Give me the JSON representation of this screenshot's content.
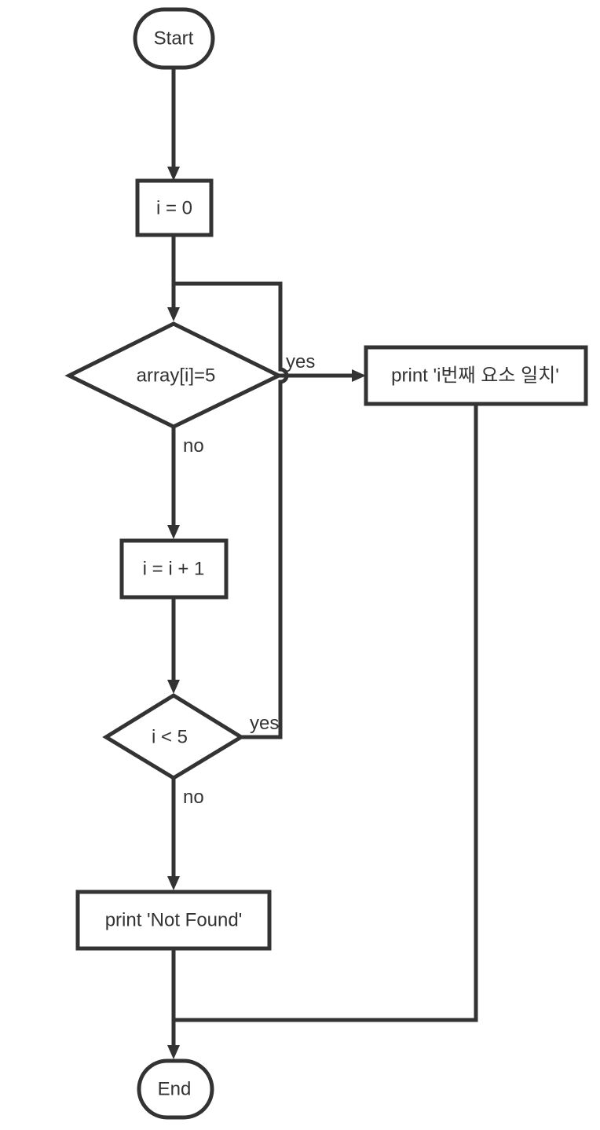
{
  "diagram": {
    "nodes": {
      "start": "Start",
      "init": "i = 0",
      "check_value": "array[i]=5",
      "print_match": "print 'i번째 요소 일치'",
      "increment": "i = i + 1",
      "check_bound": "i < 5",
      "print_not_found": "print 'Not Found'",
      "end": "End"
    },
    "edge_labels": {
      "check_value_yes": "yes",
      "check_value_no": "no",
      "check_bound_yes": "yes",
      "check_bound_no": "no"
    },
    "colors": {
      "stroke": "#333333",
      "fill": "#ffffff",
      "text": "#333333"
    }
  }
}
